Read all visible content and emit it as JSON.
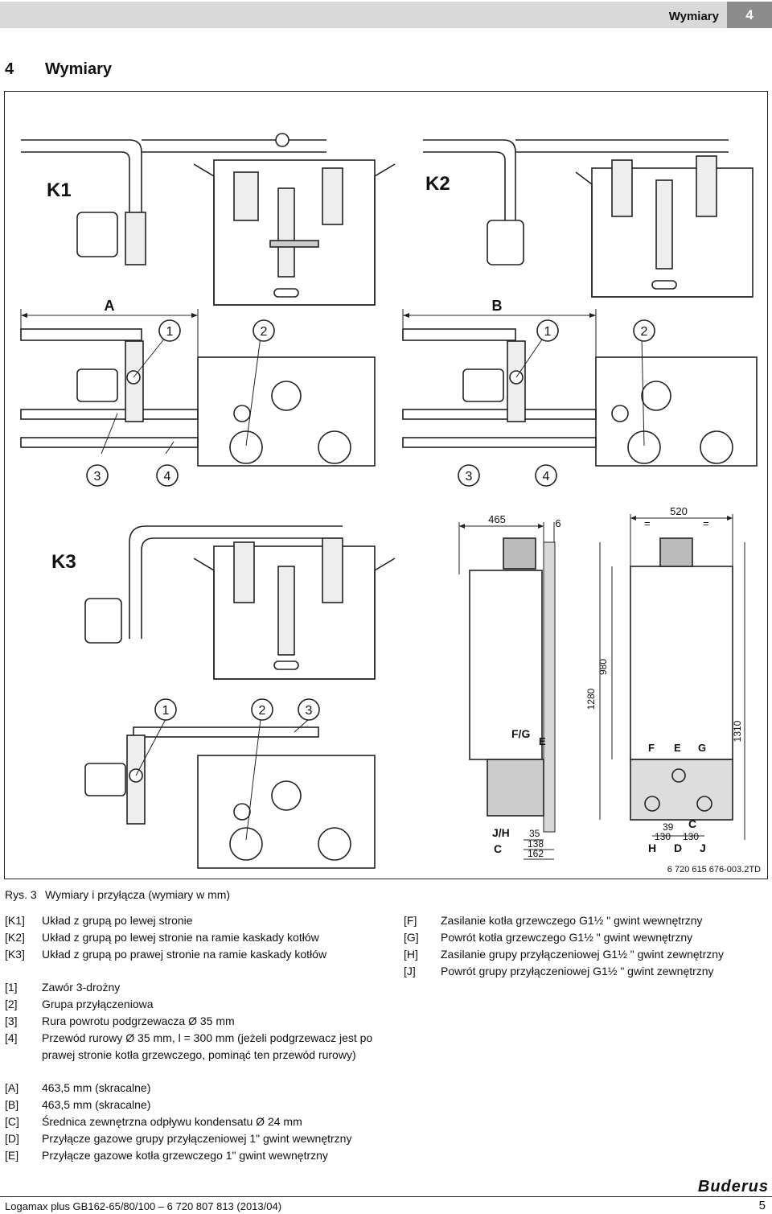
{
  "header": {
    "title": "Wymiary",
    "chapter": "4"
  },
  "section": {
    "number": "4",
    "title": "Wymiary"
  },
  "figure": {
    "variants": [
      "K1",
      "K2",
      "K3"
    ],
    "dim_labels": {
      "a": "A",
      "b": "B"
    },
    "callouts": [
      "1",
      "2",
      "3",
      "4"
    ],
    "dimensions": {
      "w465": "465",
      "w6": "6",
      "w520": "520",
      "eq": "=",
      "h980": "980",
      "h1280": "1280",
      "h1310": "1310",
      "d35": "35",
      "d138": "138",
      "d162": "162",
      "d39": "39",
      "d130": "130"
    },
    "conn_labels": {
      "fg": "F/G",
      "e": "E",
      "jh": "J/H",
      "c": "C",
      "f": "F",
      "g": "G",
      "h": "H",
      "d": "D",
      "j": "J"
    },
    "ref_code": "6 720 615 676-003.2TD"
  },
  "caption": {
    "prefix": "Rys. 3",
    "text": "Wymiary i przyłącza (wymiary w mm)"
  },
  "legend_variants": [
    {
      "key": "[K1]",
      "text": "Układ z grupą po lewej stronie"
    },
    {
      "key": "[K2]",
      "text": "Układ z grupą po lewej stronie na ramie kaskady kotłów"
    },
    {
      "key": "[K3]",
      "text": "Układ z grupą po prawej stronie na ramie kaskady kotłów"
    }
  ],
  "legend_numbers": [
    {
      "key": "[1]",
      "text": "Zawór 3-drożny"
    },
    {
      "key": "[2]",
      "text": "Grupa przyłączeniowa"
    },
    {
      "key": "[3]",
      "text": "Rura powrotu podgrzewacza Ø 35 mm"
    },
    {
      "key": "[4]",
      "text": "Przewód rurowy Ø 35 mm, l = 300 mm (jeżeli podgrzewacz jest po prawej stronie kotła grzewczego, pominąć ten przewód rurowy)"
    }
  ],
  "legend_letters_left": [
    {
      "key": "[A]",
      "text": "463,5 mm (skracalne)"
    },
    {
      "key": "[B]",
      "text": "463,5 mm (skracalne)"
    },
    {
      "key": "[C]",
      "text": "Średnica zewnętrzna odpływu kondensatu Ø 24 mm"
    },
    {
      "key": "[D]",
      "text": "Przyłącze gazowe grupy przyłączeniowej 1\" gwint wewnętrzny"
    },
    {
      "key": "[E]",
      "text": "Przyłącze gazowe kotła grzewczego 1\" gwint wewnętrzny"
    }
  ],
  "legend_letters_right": [
    {
      "key": "[F]",
      "text": "Zasilanie kotła grzewczego G1½ \" gwint wewnętrzny"
    },
    {
      "key": "[G]",
      "text": "Powrót kotła grzewczego G1½ \" gwint wewnętrzny"
    },
    {
      "key": "[H]",
      "text": "Zasilanie grupy przyłączeniowej G1½ \" gwint zewnętrzny"
    },
    {
      "key": "[J]",
      "text": "Powrót grupy przyłączeniowej G1½ \" gwint zewnętrzny"
    }
  ],
  "footer": {
    "text": "Logamax plus GB162-65/80/100 – 6 720 807 813 (2013/04)",
    "page": "5",
    "brand": "Buderus"
  }
}
